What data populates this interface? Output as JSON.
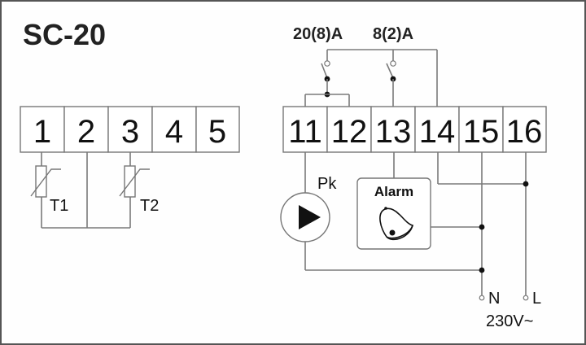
{
  "title": "SC-20",
  "relay_ratings": [
    "20(8)A",
    "8(2)A"
  ],
  "left_terminals": [
    "1",
    "2",
    "3",
    "4",
    "5"
  ],
  "right_terminals": [
    "11",
    "12",
    "13",
    "14",
    "15",
    "16"
  ],
  "sensors": [
    {
      "label": "T1",
      "terminal": "1",
      "icon": "thermistor-icon"
    },
    {
      "label": "T2",
      "terminal": "3",
      "icon": "thermistor-icon"
    }
  ],
  "pump": {
    "label": "Pk",
    "icon": "pump-icon"
  },
  "alarm": {
    "label": "Alarm",
    "icon": "bell-icon"
  },
  "power": {
    "neutral": "N",
    "live": "L",
    "voltage": "230V~"
  },
  "colors": {
    "wire": "#7a7a7a",
    "text": "#111111",
    "frame": "#555555"
  }
}
